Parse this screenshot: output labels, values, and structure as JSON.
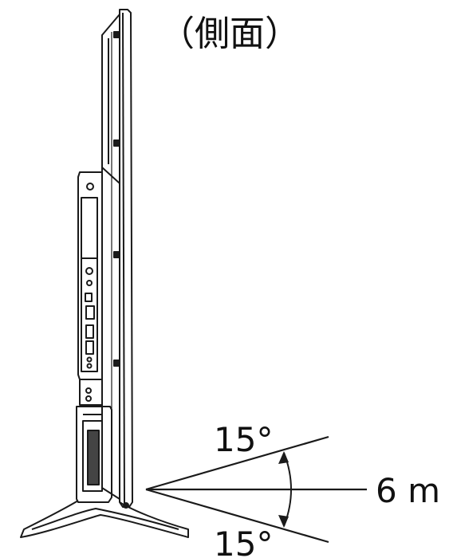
{
  "title": "（側面）",
  "angles": {
    "upper": "15°",
    "lower": "15°"
  },
  "distance": "6 m",
  "colors": {
    "line": "#1a1a1a",
    "background": "#ffffff"
  }
}
